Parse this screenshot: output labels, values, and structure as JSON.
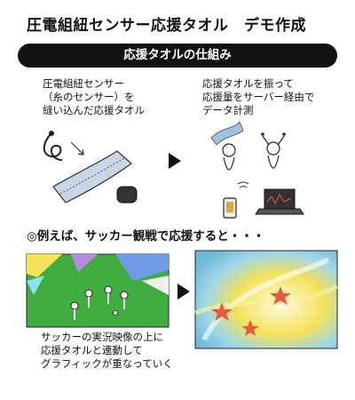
{
  "header": {
    "title": "圧電組紐センサー応援タオル　デモ作成"
  },
  "section": {
    "label": "応援タオルの仕組み"
  },
  "step1": {
    "lines": [
      "圧電組紐センサー",
      "（糸のセンサー）を",
      "縫い込んだ応援タオル"
    ]
  },
  "step2": {
    "lines": [
      "応援タオルを振って",
      "応援量をサーバー経由で",
      "データ計測"
    ]
  },
  "example": {
    "label": "◎例えば、サッカー観戦で応援すると・・・"
  },
  "step3": {
    "lines": [
      "サッカーの実況映像の上に",
      "応援タオルと連動して",
      "グラフィックが重なっていく"
    ]
  },
  "colors": {
    "banner_bg": "#111111",
    "towel": "#c9d6e6",
    "field": "#3fae3f",
    "star": "#e8583a",
    "glow": "#f3e25a"
  }
}
